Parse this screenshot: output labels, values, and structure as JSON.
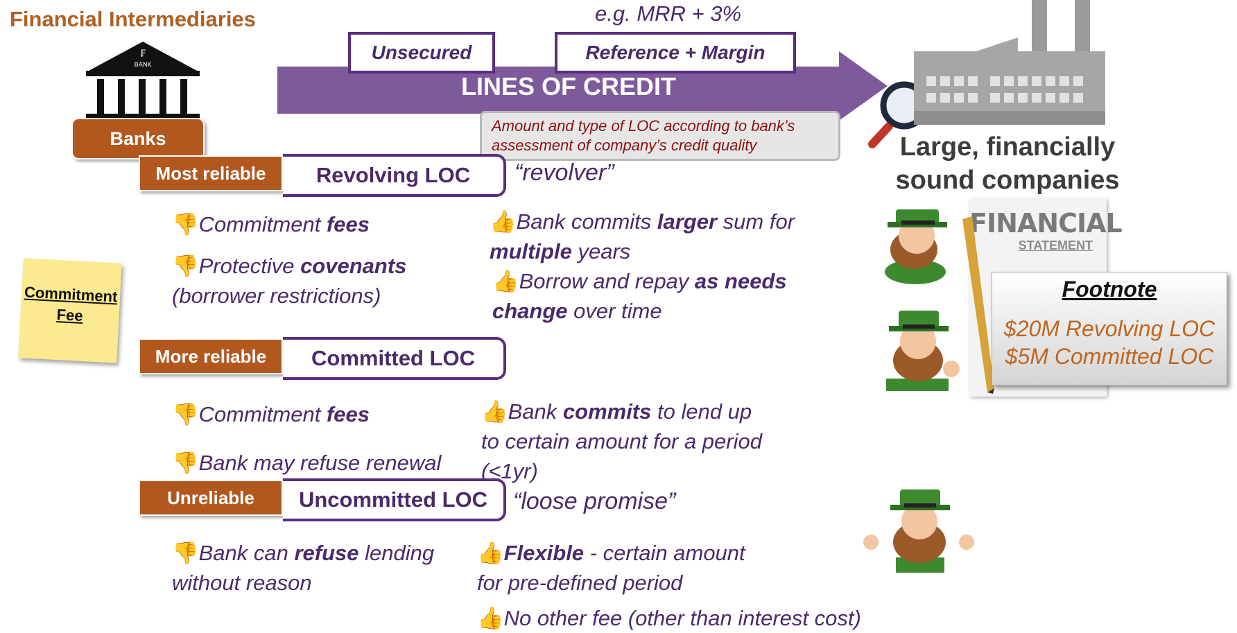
{
  "title": "Financial Intermediaries",
  "example": "e.g. MRR + 3%",
  "arrow": {
    "label": "LINES OF CREDIT",
    "tag_unsecured": "Unsecured",
    "tag_pricing": "Reference + Margin",
    "color": "#7e5a9b"
  },
  "bank": {
    "label": "Banks",
    "icon_text": "BANK",
    "icon_letter": "₣"
  },
  "callout": "Amount and type of LOC according to bank’s assessment of company’s credit quality",
  "company": {
    "line1": "Large, financially",
    "line2": "sound companies"
  },
  "sticky_note": {
    "line1": "Commitment",
    "line2": "Fee"
  },
  "financial_statement": {
    "line1": "FINANCIAL",
    "line2": "STATEMENT"
  },
  "footnote": {
    "title": "Footnote",
    "line1": "$20M Revolving LOC",
    "line2": "$5M Committed LOC"
  },
  "sections": [
    {
      "reliability": "Most reliable",
      "type": "Revolving LOC",
      "quote": "“revolver”",
      "cons": [
        {
          "pre": "Commitment ",
          "bold": "fees",
          "post": ""
        },
        {
          "pre": "Protective ",
          "bold": "covenants",
          "post": "",
          "line2": "(borrower restrictions)"
        }
      ],
      "pros": [
        {
          "pre": "Bank commits ",
          "bold": "larger",
          "post": " sum for",
          "l2bold": "multiple",
          "l2post": " years"
        },
        {
          "pre": "Borrow and repay ",
          "bold": "as needs",
          "post": "",
          "l2bold": "change",
          "l2post": " over time"
        }
      ]
    },
    {
      "reliability": "More reliable",
      "type": "Committed LOC",
      "quote": "",
      "cons": [
        {
          "pre": "Commitment ",
          "bold": "fees",
          "post": ""
        },
        {
          "pre": "Bank may refuse renewal",
          "bold": "",
          "post": ""
        }
      ],
      "pros": [
        {
          "pre": "Bank ",
          "bold": "commits",
          "post": " to lend up",
          "line2": "to  certain amount for a period",
          "line3": "(<1yr)"
        }
      ]
    },
    {
      "reliability": "Unreliable",
      "type": "Uncommitted LOC",
      "quote": "“loose promise”",
      "cons": [
        {
          "pre": "Bank can ",
          "bold": "refuse",
          "post": " lending",
          "line2": "without reason"
        }
      ],
      "pros": [
        {
          "bold": "Flexible",
          "post": " - certain amount",
          "line2": "for pre-defined period"
        },
        {
          "pre": "No other fee (other than interest cost)"
        }
      ]
    }
  ],
  "icons": {
    "thumbs_down": "👎",
    "thumbs_up": "👍"
  }
}
